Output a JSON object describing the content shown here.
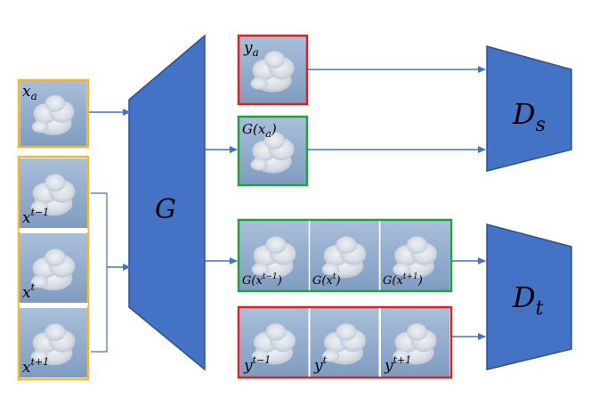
{
  "blocks": {
    "generator": {
      "label": "G"
    },
    "spatial_discriminator": {
      "label": "D",
      "subscript": "s"
    },
    "temporal_discriminator": {
      "label": "D",
      "subscript": "t"
    }
  },
  "inputs": {
    "xa": {
      "base": "x",
      "sub": "a"
    },
    "seq": [
      {
        "base": "x",
        "sup": "t−1"
      },
      {
        "base": "x",
        "sup": "t"
      },
      {
        "base": "x",
        "sup": "t+1"
      }
    ]
  },
  "outputs": {
    "ya": {
      "base": "y",
      "sub": "a"
    },
    "gxa": {
      "text": "G(",
      "base": "x",
      "sub": "a",
      "close": ")"
    },
    "gseq": [
      {
        "text": "G(",
        "base": "x",
        "sup": "t−1",
        "close": ")"
      },
      {
        "text": "G(",
        "base": "x",
        "sup": "t",
        "close": ")"
      },
      {
        "text": "G(",
        "base": "x",
        "sup": "t+1",
        "close": ")"
      }
    ],
    "yseq": [
      {
        "base": "y",
        "sup": "t−1"
      },
      {
        "base": "y",
        "sup": "t"
      },
      {
        "base": "y",
        "sup": "t+1"
      }
    ]
  },
  "colors": {
    "block_fill": "#4472C4",
    "block_stroke": "#2F528F",
    "arrow": "#4472C4",
    "input_border": "#F0B830",
    "real_border": "#E02020",
    "generated_border": "#20A040",
    "photo_bg_top": "#A9BFDA",
    "photo_bg_bottom": "#7F9CC0",
    "smoke": "#E8EBEF"
  },
  "icons": [
    "smoke-photo-icon"
  ]
}
